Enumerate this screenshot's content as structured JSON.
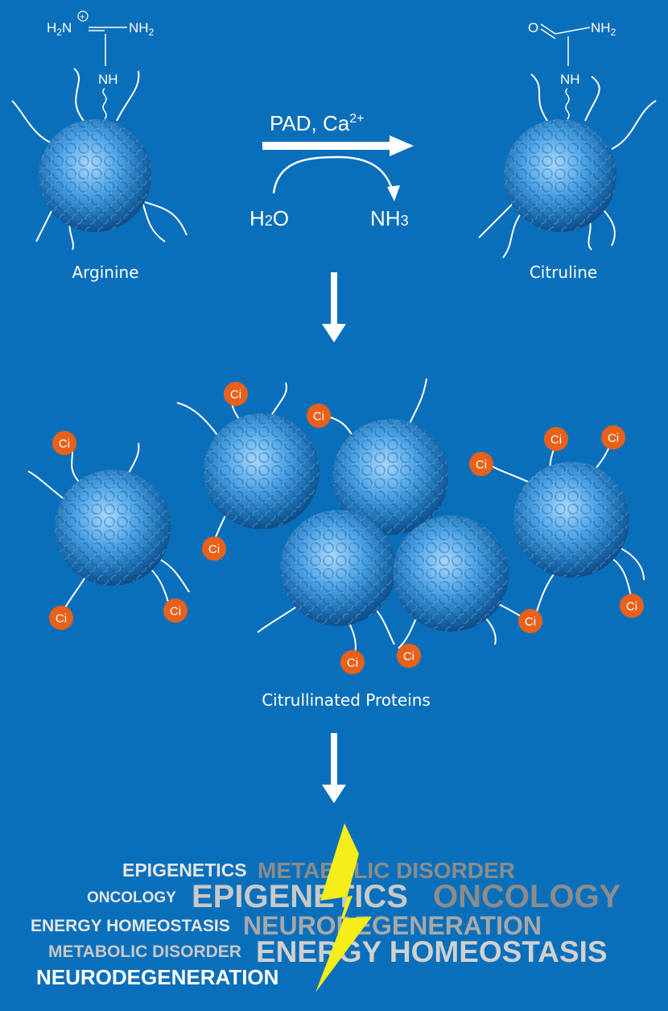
{
  "reaction": {
    "enzyme_main": "PAD, Ca",
    "enzyme_sup": "2+",
    "water_main": "H",
    "water_sub": "2",
    "water_end": "O",
    "ammonia_main": "NH",
    "ammonia_sub": "3"
  },
  "arginine": {
    "label": "Arginine",
    "h2n": "H",
    "h2n_sub": "2",
    "h2n_n": "N",
    "nh2": "NH",
    "nh2_sub": "2",
    "nh": "NH",
    "charge": "+"
  },
  "citruline": {
    "label": "Citruline",
    "o": "O",
    "nh2": "NH",
    "nh2_sub": "2",
    "nh": "NH"
  },
  "cluster": {
    "label": "Citrullinated Proteins",
    "ci": "Ci"
  },
  "word_cloud": [
    {
      "text": "EPIGENETICS",
      "color": "#e6e6e6"
    },
    {
      "text": "METABOLIC DISORDER",
      "color": "#8c8c8c"
    },
    {
      "text": "ONCOLOGY",
      "color": "#e6e6e6"
    },
    {
      "text": "EPIGENETICS",
      "color": "#c8c8c8"
    },
    {
      "text": "ONCOLOGY",
      "color": "#8c8c8c"
    },
    {
      "text": "ENERGY HOMEOSTASIS",
      "color": "#e6e6e6"
    },
    {
      "text": "NEURODEGENERATION",
      "color": "#a8a8a8"
    },
    {
      "text": "METABOLIC DISORDER",
      "color": "#c8c8c8"
    },
    {
      "text": "ENERGY HOMEOSTASIS",
      "color": "#d0d0d0"
    },
    {
      "text": "NEURODEGENERATION",
      "color": "#ffffff"
    }
  ],
  "colors": {
    "background": "#0a6fba",
    "protein": "#2e8fd6",
    "ci_badge": "#e8611a",
    "lightning": "#f5ee1b"
  }
}
